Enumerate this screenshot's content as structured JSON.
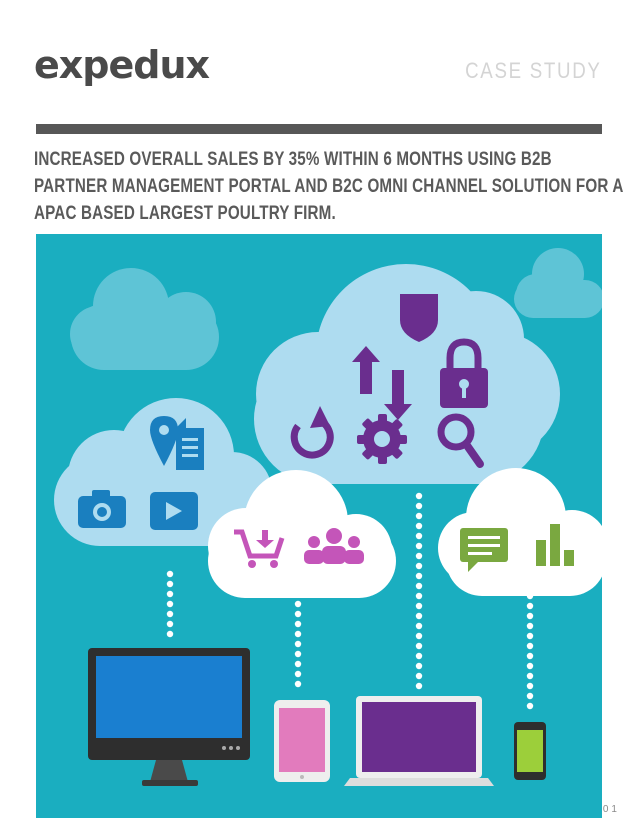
{
  "header": {
    "logo_text": "expedux",
    "tag": "CASE STUDY"
  },
  "headline": "Increased overall sales by 35% within 6 months using B2B partner management portal and B2C Omni channel solution for a APAC based largest poultry firm.",
  "footer": {
    "page_number": "01"
  },
  "colors": {
    "background": "#1aaec0",
    "cloud_light": "#aedcf0",
    "cloud_faded": "#5ec4d6",
    "cloud_white": "#ffffff",
    "purple": "#6a2e8e",
    "blue": "#1a7fbf",
    "pink": "#c455b9",
    "green": "#7aa840",
    "screen_blue": "#1a7fd0",
    "tablet_pink": "#e27bbd",
    "laptop_purple": "#6a2e8e",
    "phone_green": "#9ccf3a"
  },
  "illustration": {
    "icons": [
      "shield-icon",
      "sort-arrows-icon",
      "lock-icon",
      "undo-icon",
      "gear-icon",
      "magnifier-icon",
      "location-pin-icon",
      "document-icon",
      "camera-icon",
      "play-icon",
      "shopping-cart-icon",
      "people-icon",
      "chat-icon",
      "bar-chart-icon"
    ],
    "devices": [
      "monitor",
      "tablet",
      "laptop",
      "phone"
    ]
  }
}
